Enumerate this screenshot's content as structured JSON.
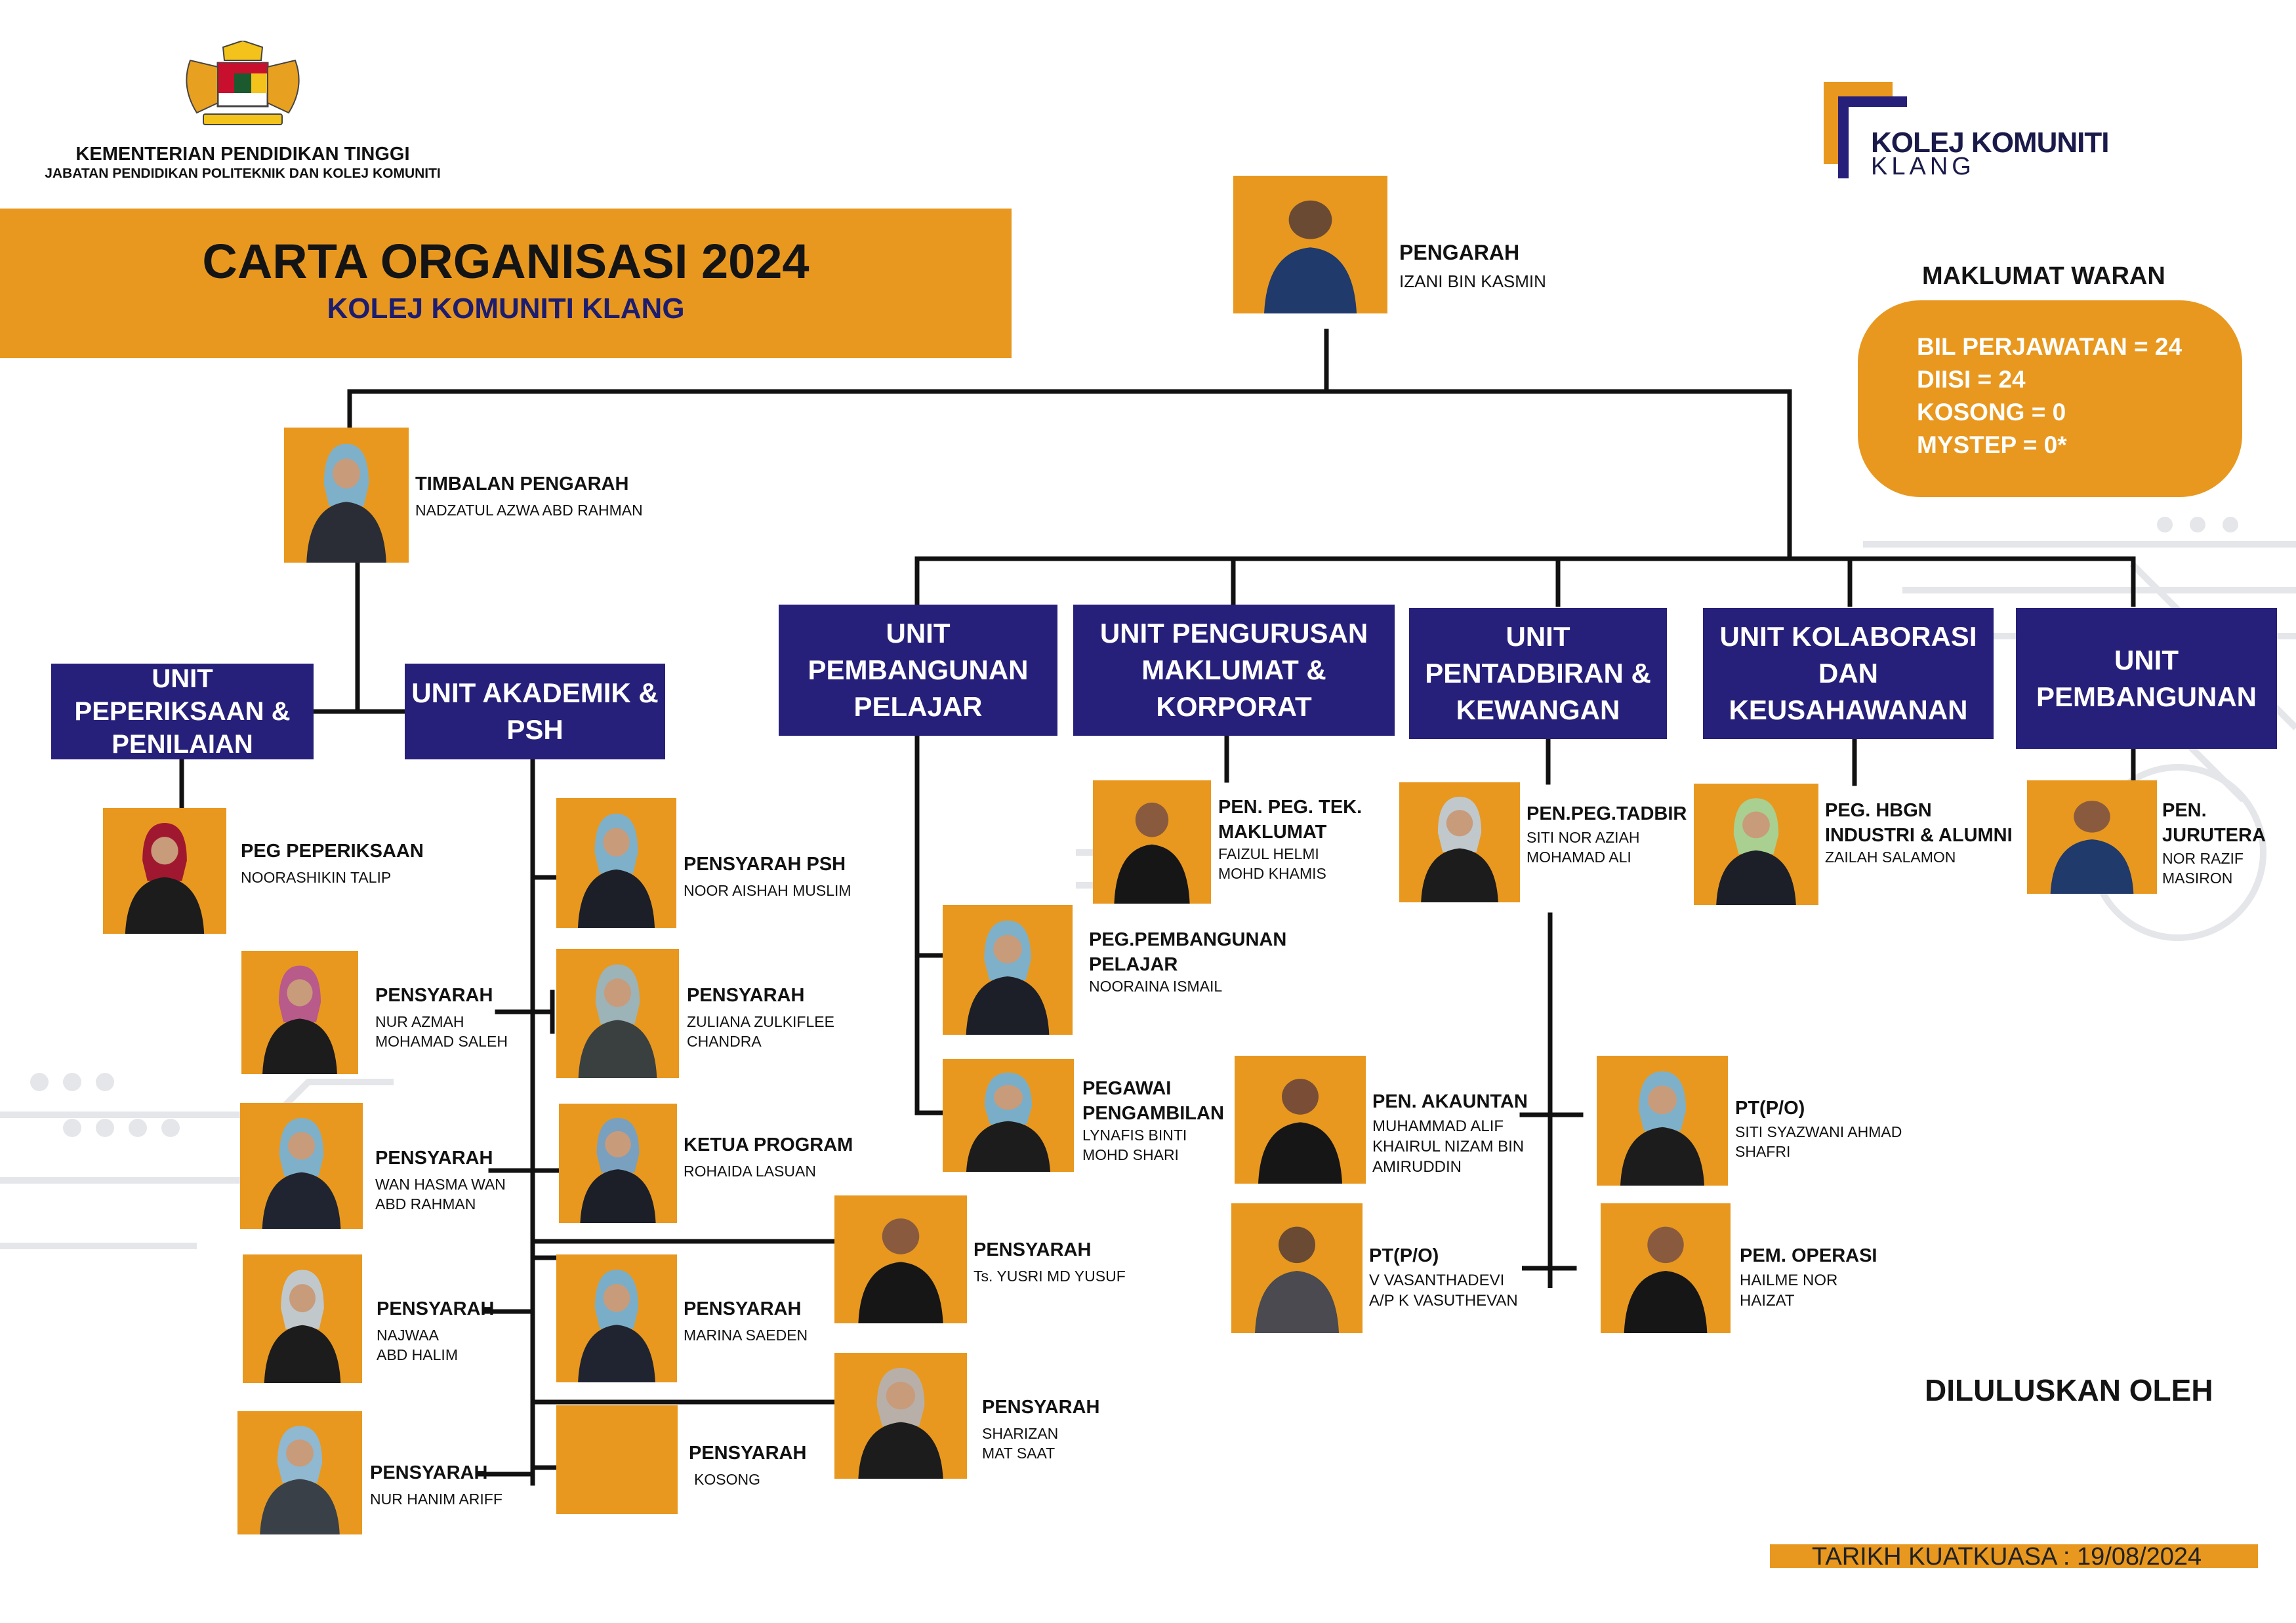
{
  "header": {
    "ministry_line1": "KEMENTERIAN PENDIDIKAN TINGGI",
    "ministry_line2": "JABATAN PENDIDIKAN POLITEKNIK DAN KOLEJ KOMUNITI",
    "title": "CARTA ORGANISASI 2024",
    "subtitle": "KOLEJ KOMUNITI KLANG"
  },
  "logo": {
    "line1": "KOLEJ KOMUNITI",
    "line2": "KLANG"
  },
  "warrant": {
    "title": "MAKLUMAT WARAN",
    "lines": [
      "BIL PERJAWATAN = 24",
      "DIISI = 24",
      "KOSONG = 0",
      "MYSTEP = 0*"
    ]
  },
  "people": {
    "pengarah": {
      "role": "PENGARAH",
      "name": "IZANI BIN KASMIN"
    },
    "timbalan": {
      "role": "TIMBALAN PENGARAH",
      "name": "NADZATUL AZWA ABD RAHMAN"
    },
    "peg_peperiksaan": {
      "role": "PEG PEPERIKSAAN",
      "name": "NOORASHIKIN TALIP"
    },
    "pensyarah_psh": {
      "role": "PENSYARAH PSH",
      "name": "NOOR AISHAH MUSLIM"
    },
    "pensyarah_azmah": {
      "role": "PENSYARAH",
      "name": "NUR AZMAH\nMOHAMAD SALEH"
    },
    "pensyarah_zuliana": {
      "role": "PENSYARAH",
      "name": "ZULIANA ZULKIFLEE\n CHANDRA"
    },
    "pensyarah_hasma": {
      "role": "PENSYARAH",
      "name": "WAN HASMA WAN\nABD RAHMAN"
    },
    "ketua_program": {
      "role": "KETUA PROGRAM",
      "name": "ROHAIDA LASUAN"
    },
    "pensyarah_yusri": {
      "role": "PENSYARAH",
      "name": "Ts. YUSRI MD YUSUF"
    },
    "pensyarah_najwaa": {
      "role": "PENSYARAH",
      "name": "NAJWAA\nABD HALIM"
    },
    "pensyarah_marina": {
      "role": "PENSYARAH",
      "name": "MARINA SAEDEN"
    },
    "pensyarah_sharizan": {
      "role": "PENSYARAH",
      "name": "SHARIZAN\nMAT SAAT"
    },
    "pensyarah_hanim": {
      "role": "PENSYARAH",
      "name": "NUR HANIM ARIFF"
    },
    "pensyarah_kosong": {
      "role": "PENSYARAH",
      "name": "KOSONG"
    },
    "peg_pembangunan_pelajar": {
      "role": "PEG.PEMBANGUNAN\nPELAJAR",
      "name": "NOORAINA ISMAIL"
    },
    "pegawai_pengambilan": {
      "role": "PEGAWAI\nPENGAMBILAN",
      "name": "LYNAFIS BINTI\nMOHD SHARI"
    },
    "pen_peg_tek": {
      "role": "PEN. PEG. TEK.\nMAKLUMAT",
      "name": "FAIZUL HELMI\nMOHD KHAMIS"
    },
    "pen_peg_tadbir": {
      "role": "PEN.PEG.TADBIR",
      "name": "SITI NOR AZIAH\nMOHAMAD ALI"
    },
    "peg_hbgn": {
      "role": "PEG. HBGN\nINDUSTRI & ALUMNI",
      "name": "ZAILAH SALAMON"
    },
    "pen_jurutera": {
      "role": "PEN.\nJURUTERA",
      "name": "NOR RAZIF\nMASIRON"
    },
    "pen_akauntan": {
      "role": "PEN. AKAUNTAN",
      "name": "MUHAMMAD      ALIF\nKHAIRUL NIZAM BIN\nAMIRUDDIN"
    },
    "pt_syazwani": {
      "role": "PT(P/O)",
      "name": "SITI SYAZWANI AHMAD\nSHAFRI"
    },
    "pt_vasanthadevi": {
      "role": "PT(P/O)",
      "name": "V VASANTHADEVI\nA/P K VASUTHEVAN"
    },
    "pem_operasi": {
      "role": "PEM. OPERASI",
      "name": "HAILME NOR\nHAIZAT"
    }
  },
  "units": {
    "peperiksaan": "UNIT PEPERIKSAAN & PENILAIAN",
    "akademik": "UNIT AKADEMIK & PSH",
    "pembangunan_pelajar": "UNIT PEMBANGUNAN PELAJAR",
    "pengurusan_maklumat": "UNIT PENGURUSAN MAKLUMAT & KORPORAT",
    "pentadbiran": "UNIT PENTADBIRAN & KEWANGAN",
    "kolaborasi": "UNIT KOLABORASI DAN KEUSAHAWANAN",
    "pembangunan": "UNIT PEMBANGUNAN"
  },
  "footer": {
    "approved": "DILULUSKAN OLEH",
    "effective": "TARIKH KUATKUASA : 19/08/2024"
  },
  "colors": {
    "orange": "#e8981f",
    "navy": "#27207a",
    "line": "#111111"
  }
}
